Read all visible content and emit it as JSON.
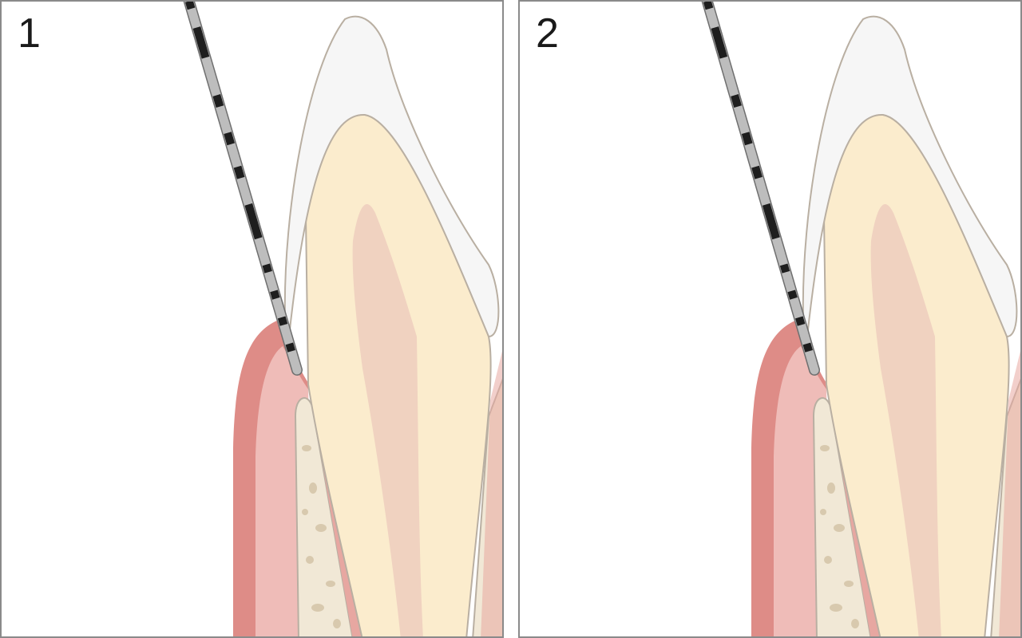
{
  "panels": [
    {
      "id": "panel-1",
      "label": "1",
      "probe_depth": "deep"
    },
    {
      "id": "panel-2",
      "label": "2",
      "probe_depth": "shallow"
    }
  ],
  "colors": {
    "frame": "#8a8a8a",
    "enamel": "#f6f6f6",
    "enamel_outline": "#b9afa2",
    "dentin": "#fbeccd",
    "pulp": "#f0d2c0",
    "gingiva_outer": "#de8c87",
    "gingiva_inner": "#efbcb8",
    "bone": "#f1e8d6",
    "bone_pores": "#d8c9ae",
    "ligament": "#e7a7a1",
    "probe_metal": "#bdbdbd",
    "probe_mark": "#1e1e1e"
  },
  "icons": [
    "periodontal-probe-icon",
    "tooth-icon"
  ]
}
